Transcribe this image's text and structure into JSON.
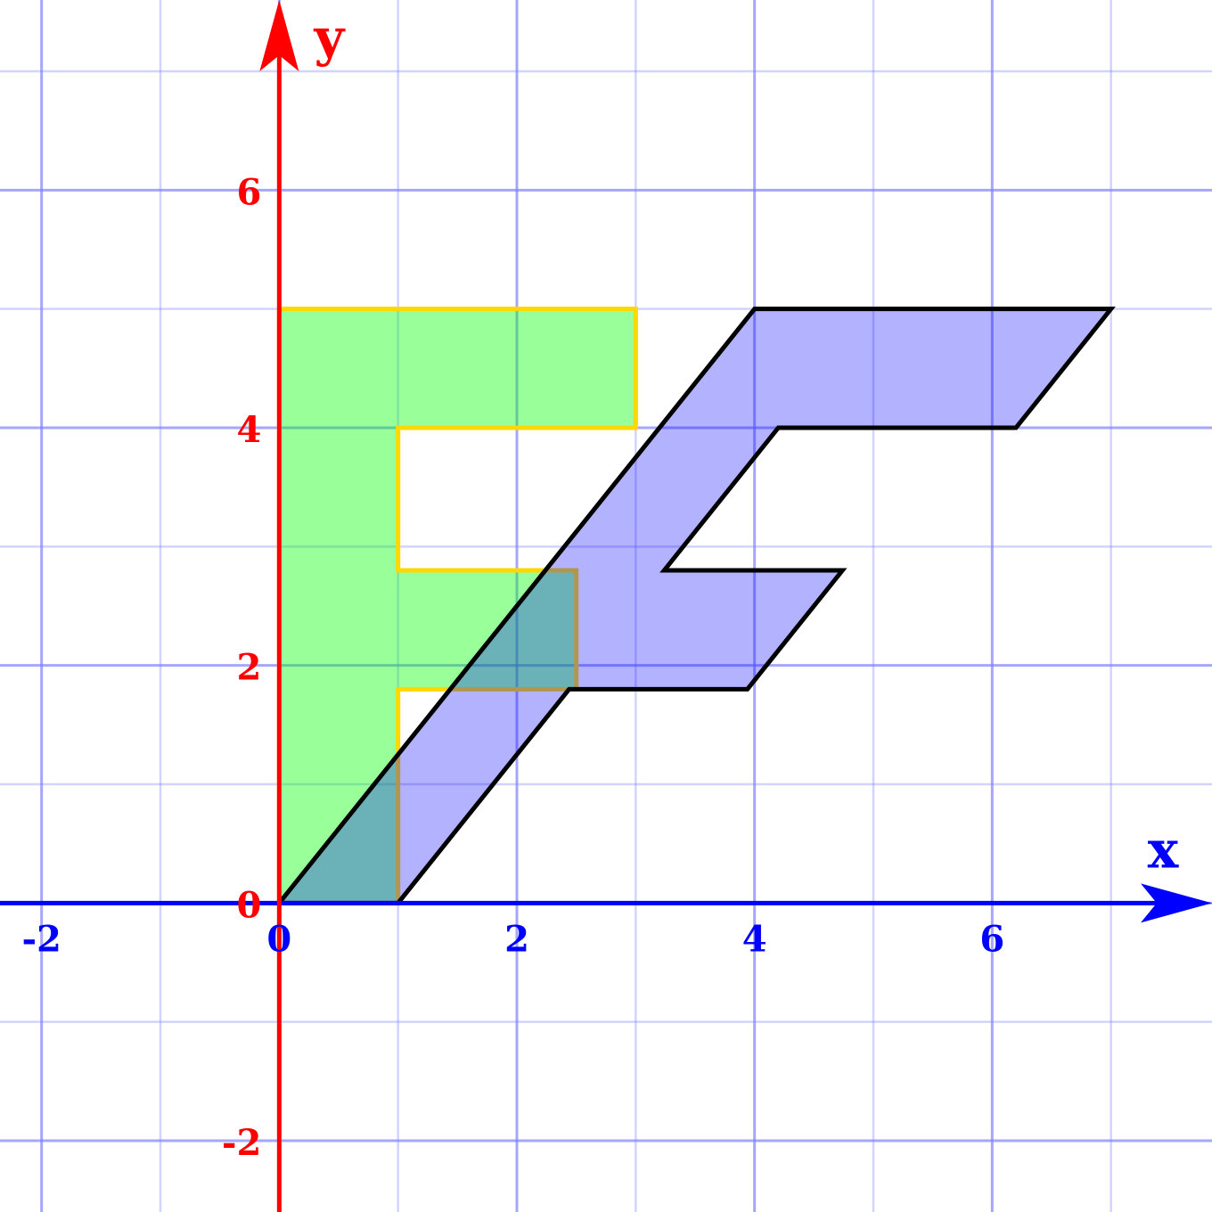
{
  "view": {
    "xmin": -2.35,
    "xmax": 7.85,
    "ymin": -2.6,
    "ymax": 7.6
  },
  "axes": {
    "x_label": "x",
    "y_label": "y",
    "x_color": "#0000ff",
    "y_color": "#ff0000",
    "x_ticks": [
      {
        "value": -2,
        "label": "-2"
      },
      {
        "value": 0,
        "label": "0"
      },
      {
        "value": 2,
        "label": "2"
      },
      {
        "value": 4,
        "label": "4"
      },
      {
        "value": 6,
        "label": "6"
      }
    ],
    "y_ticks": [
      {
        "value": -2,
        "label": "-2"
      },
      {
        "value": 0,
        "label": "0"
      },
      {
        "value": 2,
        "label": "2"
      },
      {
        "value": 4,
        "label": "4"
      },
      {
        "value": 6,
        "label": "6"
      }
    ]
  },
  "grid": {
    "step": 1,
    "color": "#8080ff"
  },
  "shapes": [
    {
      "name": "original-f-shape",
      "fill": "#00ff00",
      "fill_opacity": 0.4,
      "stroke": "#ffd700",
      "points": [
        [
          0,
          0
        ],
        [
          1,
          0
        ],
        [
          1,
          1.8
        ],
        [
          2.5,
          1.8
        ],
        [
          2.5,
          2.8
        ],
        [
          1,
          2.8
        ],
        [
          1,
          4
        ],
        [
          3,
          4
        ],
        [
          3,
          5
        ],
        [
          0,
          5
        ]
      ]
    },
    {
      "name": "sheared-f-shape",
      "fill": "#0000ff",
      "fill_opacity": 0.3,
      "stroke": "#000000",
      "points": [
        [
          0,
          0
        ],
        [
          1,
          0
        ],
        [
          2.44,
          1.8
        ],
        [
          3.94,
          1.8
        ],
        [
          4.74,
          2.8
        ],
        [
          3.24,
          2.8
        ],
        [
          4.2,
          4
        ],
        [
          6.2,
          4
        ],
        [
          7,
          5
        ],
        [
          4,
          5
        ]
      ]
    }
  ]
}
